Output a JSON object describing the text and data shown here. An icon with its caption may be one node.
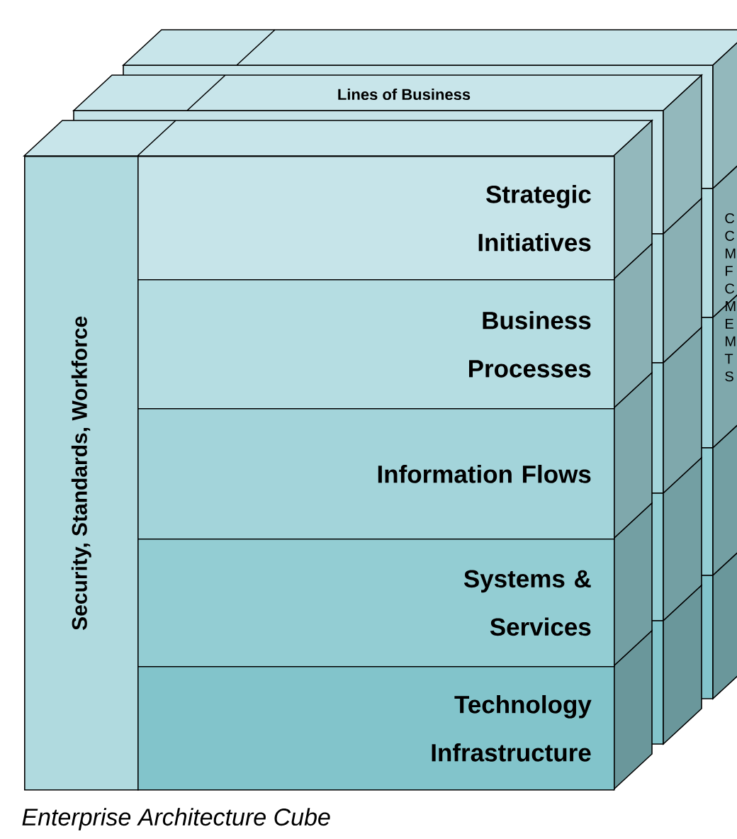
{
  "diagram": {
    "caption": "Enterprise Architecture Cube",
    "nodes": [
      {
        "text": [
          "Lines of Business"
        ]
      },
      {
        "text": [
          "Security, Standards, Workforce"
        ]
      },
      {
        "text": [
          "Strategic Initiatives"
        ]
      },
      {
        "text": [
          "Business Processes"
        ]
      },
      {
        "text": [
          "Information Flows"
        ]
      },
      {
        "text": [
          "Systems & Services"
        ]
      },
      {
        "text": [
          "Technology Infrastructure"
        ]
      }
    ],
    "labels": [
      "C",
      "C",
      "M",
      "F",
      "C",
      "M",
      "E",
      "M",
      "T",
      "S"
    ]
  }
}
